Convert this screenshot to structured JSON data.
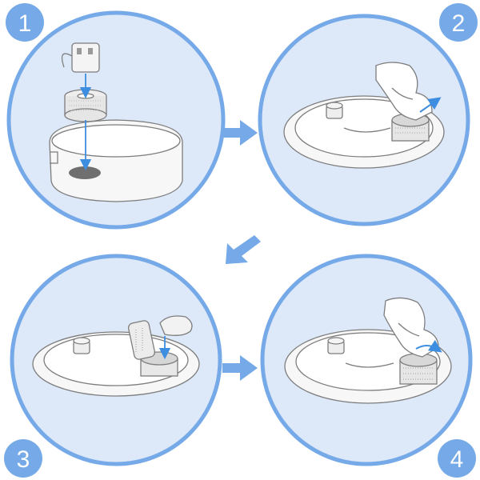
{
  "steps": [
    {
      "number": "1"
    },
    {
      "number": "2"
    },
    {
      "number": "3"
    },
    {
      "number": "4"
    }
  ],
  "colors": {
    "ring": "#76a9e8",
    "panel_fill": "#dde9f9",
    "badge": "#76a9e8",
    "arrow": "#76a9e8",
    "line_art": "#7d7d7d",
    "accent_arrow": "#3d8ee0"
  },
  "icons": {
    "step1": "pump-filter-insert-icon",
    "step2": "hand-remove-filter-icon",
    "step3": "open-filter-cover-icon",
    "step4": "hand-install-filter-icon"
  }
}
